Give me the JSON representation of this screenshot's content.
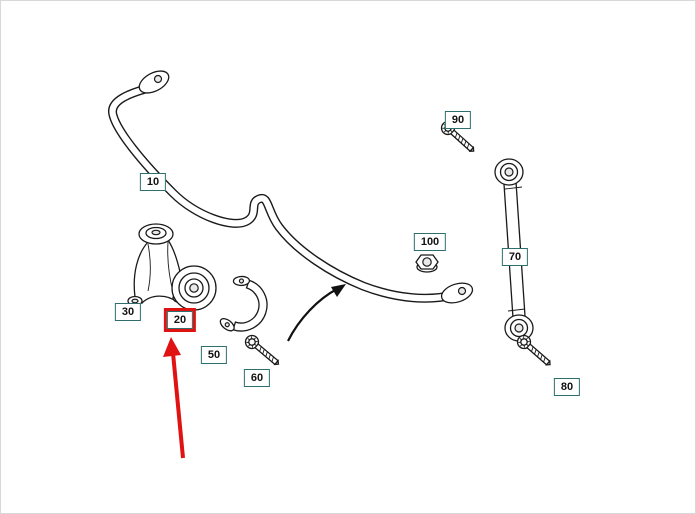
{
  "diagram": {
    "kind": "parts-diagram-stabilizer-bar",
    "callouts": [
      {
        "part": "10",
        "highlighted": false
      },
      {
        "part": "20",
        "highlighted": true
      },
      {
        "part": "30",
        "highlighted": false
      },
      {
        "part": "50",
        "highlighted": false
      },
      {
        "part": "60",
        "highlighted": false
      },
      {
        "part": "70",
        "highlighted": false
      },
      {
        "part": "80",
        "highlighted": false
      },
      {
        "part": "90",
        "highlighted": false
      },
      {
        "part": "100",
        "highlighted": false
      }
    ],
    "colors": {
      "callout_border": "#2d6e6e",
      "highlight_red": "#e01212",
      "line": "#1a1a1a",
      "background": "#ffffff"
    },
    "icons": [
      "red-pointer-arrow",
      "direction-arrow"
    ]
  }
}
